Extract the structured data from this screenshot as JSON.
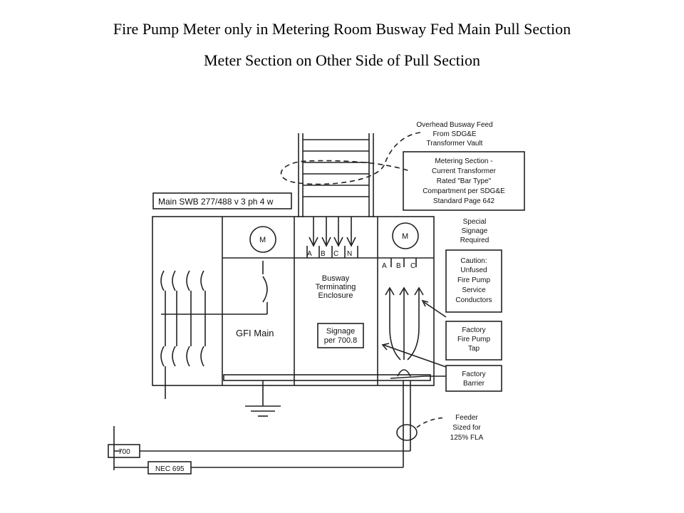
{
  "titles": {
    "line1": "Fire Pump Meter only in Metering Room Busway Fed Main Pull Section",
    "line2": "Meter Section on Other Side of Pull Section"
  },
  "diagram": {
    "main_swb_label": "Main SWB 277/488 v 3 ph 4 w",
    "meter_symbol": "M",
    "gfi_main": "GFI Main",
    "busway_phases": [
      "A",
      "B",
      "C",
      "N"
    ],
    "meter_section_phases": [
      "A",
      "B",
      "C"
    ],
    "busway_enclosure": [
      "Busway",
      "Terminating",
      "Enclosure"
    ],
    "signage_box": [
      "Signage",
      "per 700.8"
    ],
    "overhead_feed": [
      "Overhead Busway Feed",
      "From SDG&E",
      "Transformer Vault"
    ],
    "metering_section": [
      "Metering Section -",
      "Current Transformer",
      "Rated \"Bar Type\"",
      "Compartment per SDG&E",
      "Standard Page 642"
    ],
    "special_signage": [
      "Special",
      "Signage",
      "Required"
    ],
    "caution_box": [
      "Caution:",
      "Unfused",
      "Fire Pump",
      "Service",
      "Conductors"
    ],
    "factory_tap": [
      "Factory",
      "Fire Pump",
      "Tap"
    ],
    "factory_barrier": [
      "Factory",
      "Barrier"
    ],
    "feeder": [
      "Feeder",
      "Sized for",
      "125% FLA"
    ],
    "nec_700": "700",
    "nec_695": "NEC 695"
  }
}
